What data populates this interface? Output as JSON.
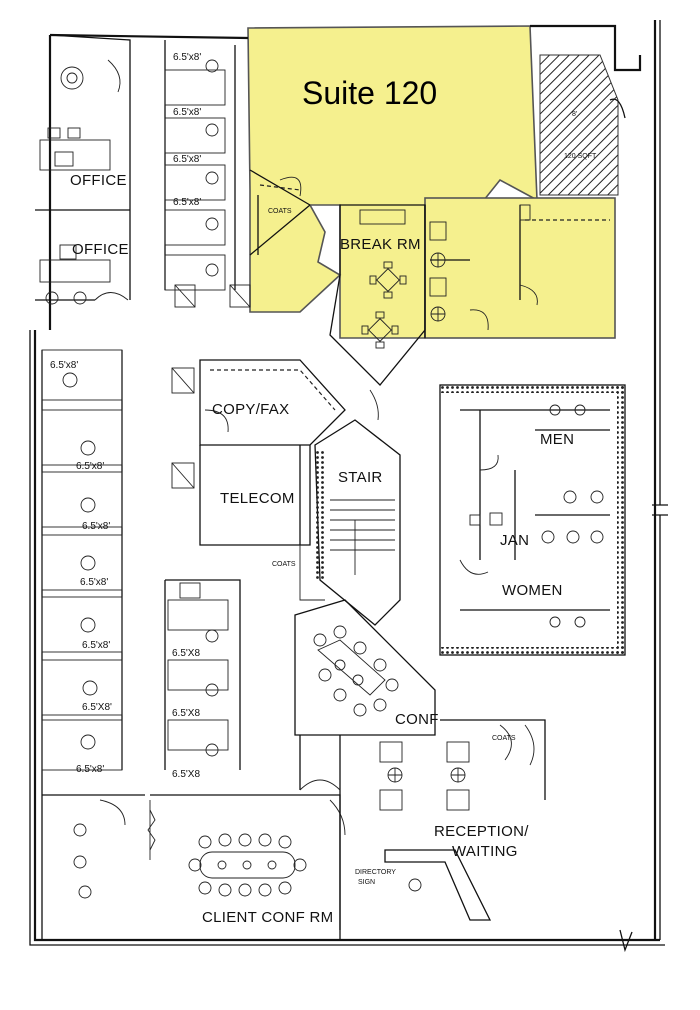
{
  "title": "Suite 120",
  "rooms": {
    "office_1": "OFFICE",
    "office_2": "OFFICE",
    "break_rm": "BREAK RM",
    "copy_fax": "COPY/FAX",
    "telecom": "TELECOM",
    "stair": "STAIR",
    "men": "MEN",
    "jan": "JAN",
    "women": "WOMEN",
    "conf": "CONF",
    "reception": "RECEPTION/",
    "waiting": "WAITING",
    "client_conf": "CLIENT CONF RM"
  },
  "small_labels": {
    "coats_suite": "COATS",
    "coats_stair": "COATS",
    "coats_reception": "COATS",
    "hatched_a": "8'",
    "hatched_b": "120 SQFT",
    "directory_a": "DIRECTORY",
    "directory_b": "SIGN"
  },
  "cubicle_size_label": "6.5'x8'",
  "cubicle_size_label_alt": "6.5'X8'",
  "cubicle_size_label_alt2": "6.5'X8",
  "colors": {
    "suite_highlight": "#f5f08e",
    "walls": "#111111",
    "background": "#ffffff"
  }
}
